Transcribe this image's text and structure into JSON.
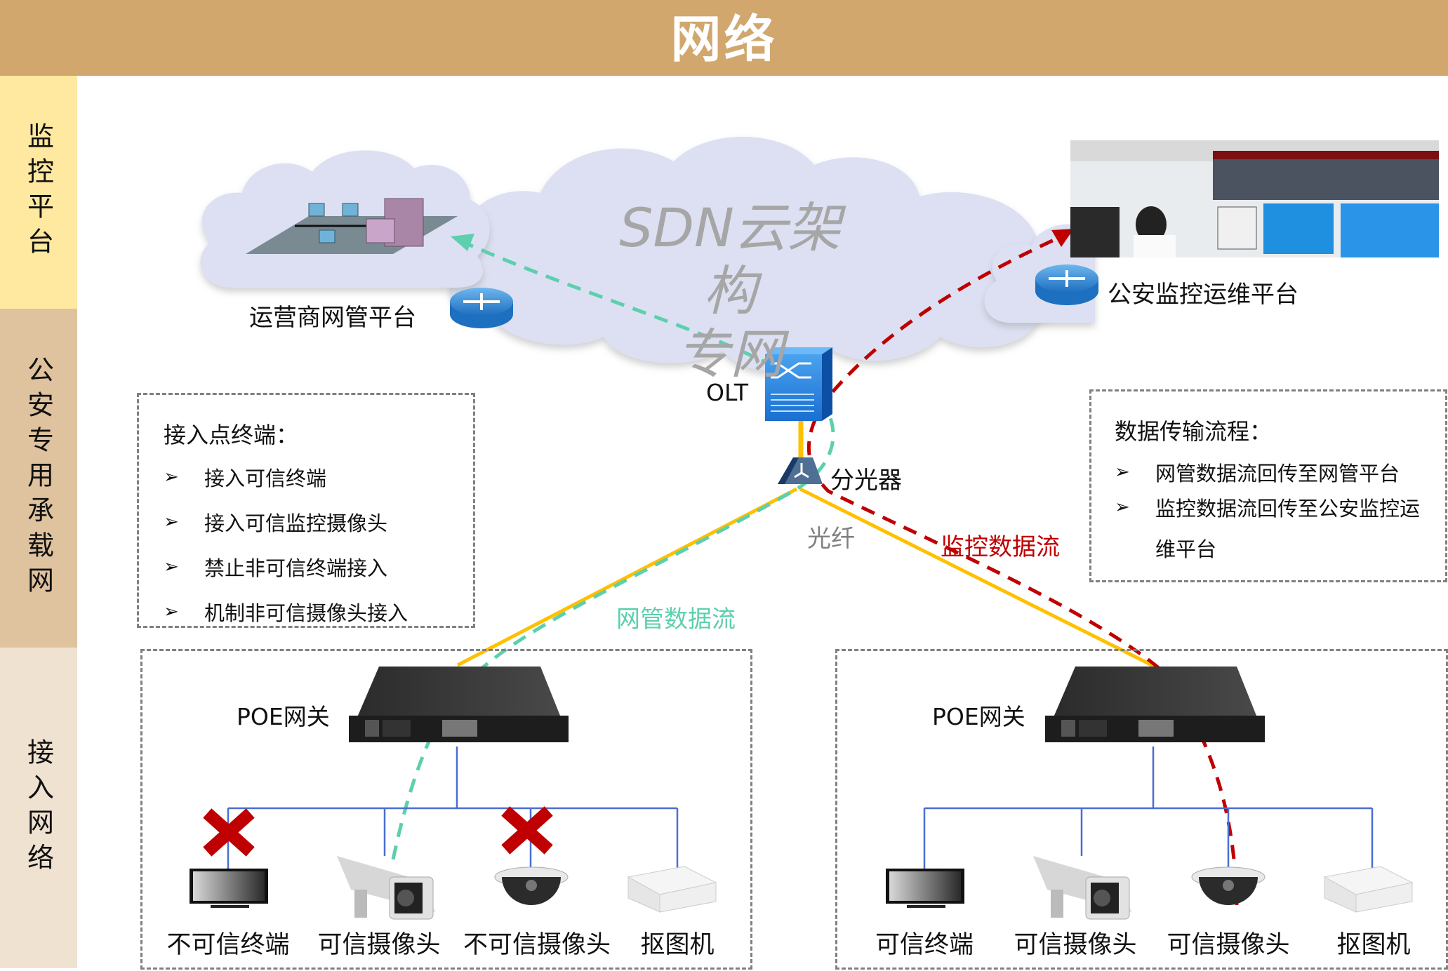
{
  "header": {
    "title": "网络"
  },
  "sidebar": {
    "sections": [
      {
        "label": "监控平台",
        "color": "#FFE8A0"
      },
      {
        "label": "公安专用承载网",
        "color": "#DFC29E"
      },
      {
        "label": "接入网络",
        "color": "#F0E2D0"
      }
    ]
  },
  "cloud": {
    "title_line1": "SDN云架构",
    "title_line2": "专网"
  },
  "platforms": {
    "carrier": {
      "label": "运营商网管平台"
    },
    "police": {
      "label": "公安监控运维平台"
    }
  },
  "core": {
    "olt_label": "OLT",
    "splitter_label": "分光器",
    "fiber_label": "光纤"
  },
  "flows": {
    "mgmt": {
      "label": "网管数据流",
      "color": "#5DCFAE"
    },
    "monitor": {
      "label": "监控数据流",
      "color": "#C00000"
    },
    "fiber_color": "#FFC000"
  },
  "left_info": {
    "title": "接入点终端：",
    "items": [
      "接入可信终端",
      "接入可信监控摄像头",
      "禁止非可信终端接入",
      "机制非可信摄像头接入"
    ]
  },
  "right_info": {
    "title": "数据传输流程：",
    "items": [
      "网管数据流回传至网管平台",
      "监控数据流回传至公安监控运维平台"
    ]
  },
  "access_left": {
    "gateway_label": "POE网关",
    "devices": [
      {
        "label": "不可信终端",
        "type": "monitor",
        "blocked": true
      },
      {
        "label": "可信摄像头",
        "type": "box-camera",
        "blocked": false
      },
      {
        "label": "不可信摄像头",
        "type": "dome-camera",
        "blocked": true
      },
      {
        "label": "抠图机",
        "type": "mini-box",
        "blocked": false
      }
    ]
  },
  "access_right": {
    "gateway_label": "POE网关",
    "devices": [
      {
        "label": "可信终端",
        "type": "monitor",
        "blocked": false
      },
      {
        "label": "可信摄像头",
        "type": "box-camera",
        "blocked": false
      },
      {
        "label": "可信摄像头",
        "type": "dome-camera",
        "blocked": false
      },
      {
        "label": "抠图机",
        "type": "mini-box",
        "blocked": false
      }
    ]
  }
}
